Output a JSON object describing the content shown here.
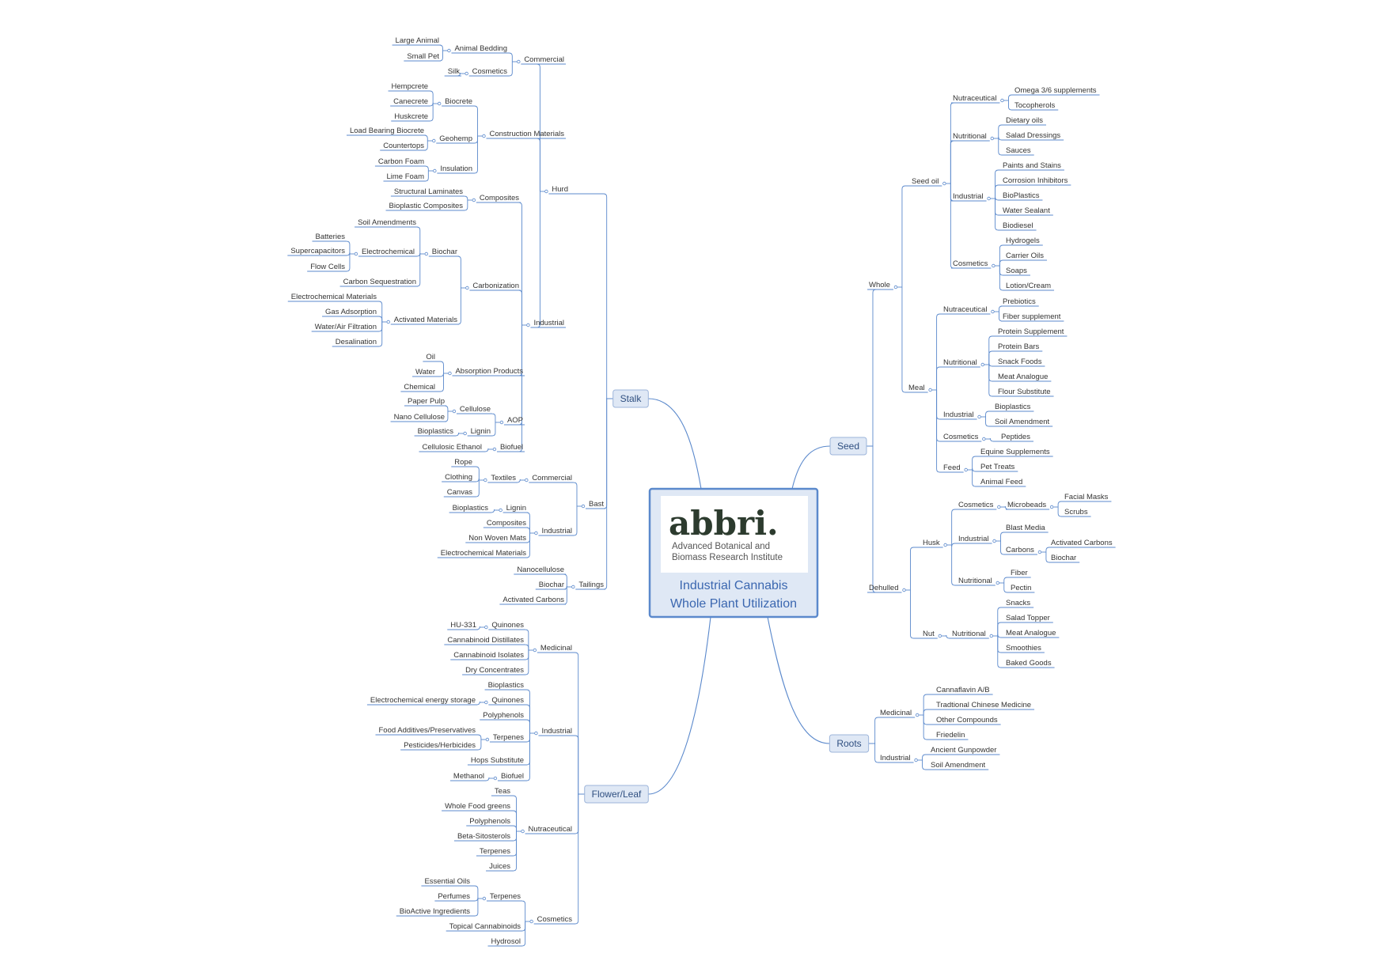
{
  "center": {
    "logo_wordmark": "abbri.",
    "logo_line1": "Advanced Botanical and",
    "logo_line2": "Biomass Research Institute",
    "title_line1": "Industrial Cannabis",
    "title_line2": "Whole Plant Utilization"
  },
  "branches": {
    "stalk": {
      "label": "Stalk",
      "hurd": {
        "label": "Hurd",
        "commercial": {
          "label": "Commercial",
          "animal_bedding": {
            "label": "Animal Bedding",
            "large_animal": "Large Animal",
            "small_pet": "Small Pet"
          },
          "cosmetics": {
            "label": "Cosmetics",
            "silk": "Silk"
          }
        },
        "construction": {
          "label": "Construction Materials",
          "biocrete": {
            "label": "Biocrete",
            "hempcrete": "Hempcrete",
            "canecrete": "Canecrete",
            "huskcrete": "Huskcrete"
          },
          "geohemp": {
            "label": "Geohemp",
            "load_bearing": "Load Bearing Biocrete",
            "countertops": "Countertops"
          },
          "insulation": {
            "label": "Insulation",
            "carbon_foam": "Carbon Foam",
            "lime_foam": "Lime Foam"
          }
        },
        "industrial": {
          "label": "Industrial",
          "composites": {
            "label": "Composites",
            "structural": "Structural Laminates",
            "bioplastic": "Bioplastic Composites"
          },
          "carbonization": {
            "label": "Carbonization",
            "biochar": {
              "label": "Biochar",
              "soil": "Soil Amendments",
              "electrochemical": {
                "label": "Electrochemical",
                "batteries": "Batteries",
                "supercapacitors": "Supercapacitors",
                "flow_cells": "Flow Cells"
              },
              "carbon_seq": "Carbon Sequestration"
            },
            "activated": {
              "label": "Activated Materials",
              "electrochem": "Electrochemical Materials",
              "gas": "Gas Adsorption",
              "water_air": "Water/Air Filtration",
              "desal": "Desalination"
            }
          },
          "absorption": {
            "label": "Absorption Products",
            "oil": "Oil",
            "water": "Water",
            "chemical": "Chemical"
          },
          "aop": {
            "label": "AOP",
            "cellulose": {
              "label": "Cellulose",
              "paper_pulp": "Paper Pulp",
              "nano": "Nano Cellulose"
            },
            "lignin": {
              "label": "Lignin",
              "bioplastics": "Bioplastics"
            }
          },
          "biofuel": {
            "label": "Biofuel",
            "ethanol": "Cellulosic Ethanol"
          }
        }
      },
      "bast": {
        "label": "Bast",
        "commercial": {
          "label": "Commercial",
          "textiles": {
            "label": "Textiles",
            "rope": "Rope",
            "clothing": "Clothing",
            "canvas": "Canvas"
          }
        },
        "industrial": {
          "label": "Industrial",
          "lignin": {
            "label": "Lignin",
            "bioplastics": "Bioplastics"
          },
          "composites": "Composites",
          "non_woven": "Non Woven Mats",
          "electrochem": "Electrochemical Materials"
        }
      },
      "tailings": {
        "label": "Tailings",
        "nanocellulose": "Nanocellulose",
        "biochar": "Biochar",
        "activated": "Activated Carbons"
      }
    },
    "flower": {
      "label": "Flower/Leaf",
      "medicinal": {
        "label": "Medicinal",
        "quinones": {
          "label": "Quinones",
          "hu331": "HU-331"
        },
        "distillates": "Cannabinoid Distillates",
        "isolates": "Cannabinoid Isolates",
        "dry": "Dry Concentrates"
      },
      "industrial": {
        "label": "Industrial",
        "bioplastics": "Bioplastics",
        "quinones": {
          "label": "Quinones",
          "energy": "Electrochemical energy storage"
        },
        "polyphenols": "Polyphenols",
        "terpenes": {
          "label": "Terpenes",
          "food": "Food Additives/Preservatives",
          "pesticides": "Pesticides/Herbicides"
        },
        "hops": "Hops Substitute",
        "biofuel": {
          "label": "Biofuel",
          "methanol": "Methanol"
        }
      },
      "nutraceutical": {
        "label": "Nutraceutical",
        "teas": "Teas",
        "greens": "Whole Food greens",
        "polyphenols": "Polyphenols",
        "beta": "Beta-Sitosterols",
        "terpenes": "Terpenes",
        "juices": "Juices"
      },
      "cosmetics": {
        "label": "Cosmetics",
        "terpenes": {
          "label": "Terpenes",
          "essential": "Essential Oils",
          "perfumes": "Perfumes",
          "bioactive": "BioActive Ingredients"
        },
        "topical": "Topical Cannabinoids",
        "hydrosol": "Hydrosol"
      }
    },
    "seed": {
      "label": "Seed",
      "whole": {
        "label": "Whole",
        "seed_oil": {
          "label": "Seed oil",
          "nutraceutical": {
            "label": "Nutraceutical",
            "omega": "Omega 3/6 supplements",
            "tocopherols": "Tocopherols"
          },
          "nutritional": {
            "label": "Nutritional",
            "dietary": "Dietary oils",
            "salad": "Salad Dressings",
            "sauces": "Sauces"
          },
          "industrial": {
            "label": "Industrial",
            "paints": "Paints and Stains",
            "corrosion": "Corrosion Inhibitors",
            "bioplastics": "BioPlastics",
            "water_sealant": "Water Sealant",
            "biodiesel": "Biodiesel"
          },
          "cosmetics": {
            "label": "Cosmetics",
            "hydrogels": "Hydrogels",
            "carrier": "Carrier Oils",
            "soaps": "Soaps",
            "lotion": "Lotion/Cream"
          }
        },
        "meal": {
          "label": "Meal",
          "nutraceutical": {
            "label": "Nutraceutical",
            "prebiotics": "Prebiotics",
            "fiber": "Fiber supplement"
          },
          "nutritional": {
            "label": "Nutritional",
            "protein_supp": "Protein Supplement",
            "protein_bars": "Protein Bars",
            "snack": "Snack Foods",
            "meat": "Meat Analogue",
            "flour": "Flour Substitute"
          },
          "industrial": {
            "label": "Industrial",
            "bioplastics": "Bioplastics",
            "soil": "Soil Amendment"
          },
          "cosmetics": {
            "label": "Cosmetics",
            "peptides": "Peptides"
          },
          "feed": {
            "label": "Feed",
            "equine": "Equine Supplements",
            "pet": "Pet Treats",
            "animal": "Animal Feed"
          }
        }
      },
      "dehulled": {
        "label": "Dehulled",
        "husk": {
          "label": "Husk",
          "cosmetics": {
            "label": "Cosmetics",
            "microbeads": {
              "label": "Microbeads",
              "facial": "Facial Masks",
              "scrubs": "Scrubs"
            }
          },
          "industrial": {
            "label": "Industrial",
            "blast": "Blast Media",
            "carbons": {
              "label": "Carbons",
              "activated": "Activated Carbons",
              "biochar": "Biochar"
            }
          },
          "nutritional": {
            "label": "Nutritional",
            "fiber": "Fiber",
            "pectin": "Pectin"
          }
        },
        "nut": {
          "label": "Nut",
          "nutritional": {
            "label": "Nutritional",
            "snacks": "Snacks",
            "salad": "Salad Topper",
            "meat": "Meat Analogue",
            "smoothies": "Smoothies",
            "baked": "Baked Goods"
          }
        }
      }
    },
    "roots": {
      "label": "Roots",
      "medicinal": {
        "label": "Medicinal",
        "cannaflavin": "Cannaflavin A/B",
        "tcm": "Tradtional Chinese Medicine",
        "other": "Other Compounds",
        "friedelin": "Friedelin"
      },
      "industrial": {
        "label": "Industrial",
        "gunpowder": "Ancient Gunpowder",
        "soil": "Soil Amendment"
      }
    }
  }
}
